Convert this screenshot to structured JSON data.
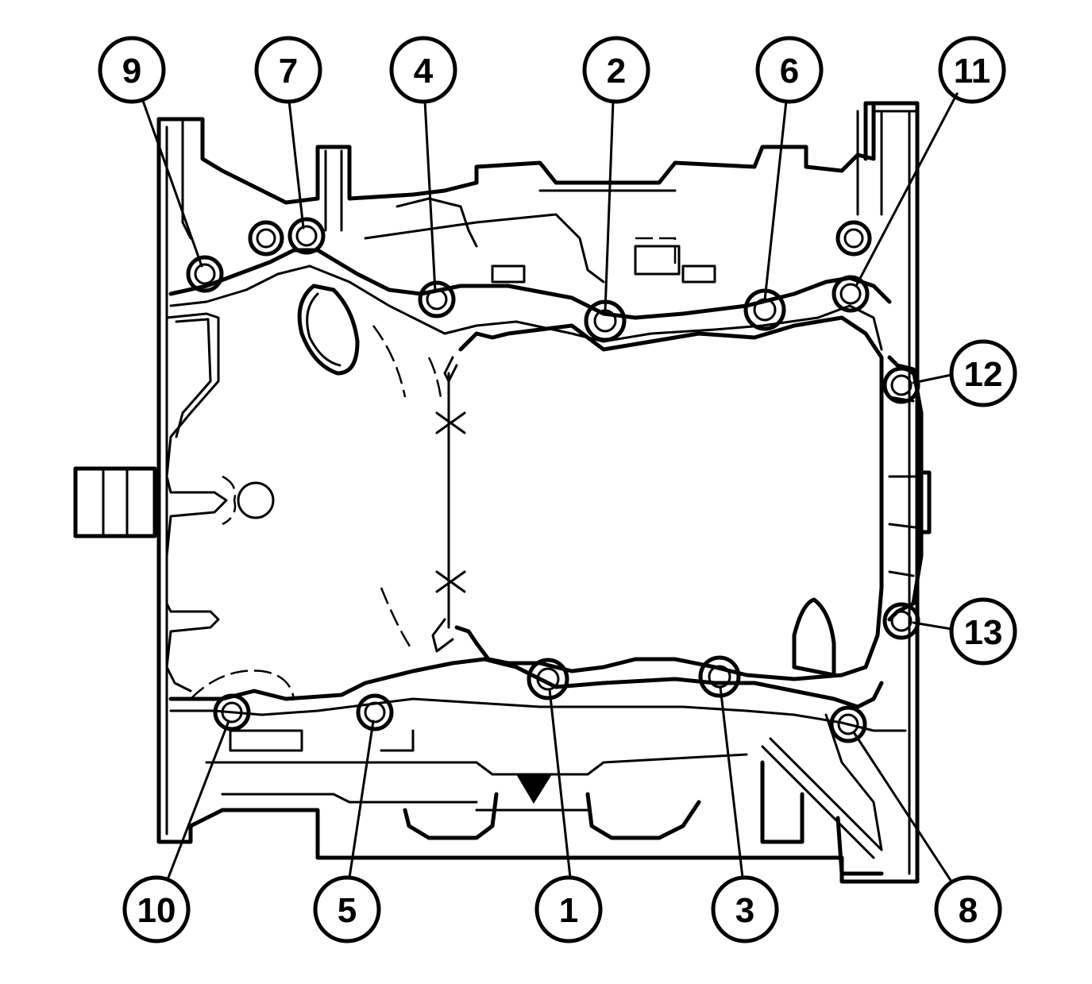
{
  "figure": {
    "description_hidden": true,
    "line_color": "#000000",
    "background": "#ffffff"
  },
  "callouts": [
    {
      "id": "9",
      "label": "9"
    },
    {
      "id": "7",
      "label": "7"
    },
    {
      "id": "4",
      "label": "4"
    },
    {
      "id": "2",
      "label": "2"
    },
    {
      "id": "6",
      "label": "6"
    },
    {
      "id": "11",
      "label": "11"
    },
    {
      "id": "12",
      "label": "12"
    },
    {
      "id": "13",
      "label": "13"
    },
    {
      "id": "10",
      "label": "10"
    },
    {
      "id": "5",
      "label": "5"
    },
    {
      "id": "1",
      "label": "1"
    },
    {
      "id": "3",
      "label": "3"
    },
    {
      "id": "8",
      "label": "8"
    }
  ]
}
